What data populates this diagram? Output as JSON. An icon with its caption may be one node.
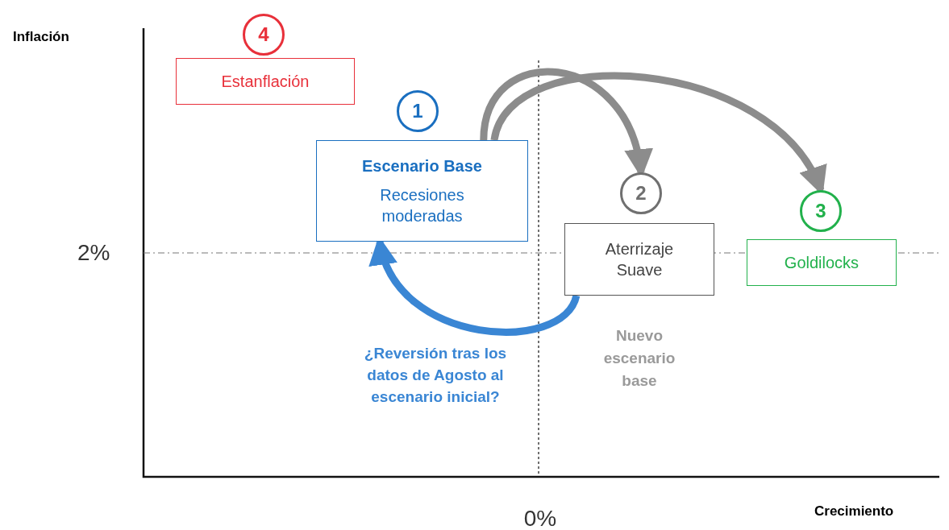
{
  "diagram": {
    "nodes": [
      {
        "text": [
          "4"
        ]
      },
      {
        "text": [
          "Estanflación"
        ]
      },
      {
        "text": [
          "1"
        ]
      },
      {
        "text": [
          "Escenario Base",
          "Recesiones moderadas"
        ]
      },
      {
        "text": [
          "2"
        ]
      },
      {
        "text": [
          "Aterrizaje Suave"
        ],
        "beside": [
          "Nuevo escenario base"
        ]
      },
      {
        "text": [
          "3"
        ]
      },
      {
        "text": [
          "Goldilocks"
        ]
      }
    ],
    "edges": [
      {
        "from": 3,
        "to": 4,
        "arrow": "to"
      },
      {
        "from": 3,
        "to": 6,
        "arrow": "to"
      },
      {
        "from": 5,
        "to": 3,
        "arrow": "to",
        "color": "#3a86d4",
        "label": "¿Reversión tras los datos de Agosto al escenario inicial?"
      }
    ],
    "labels": [
      "Inflación",
      "2%",
      "0%",
      "Crecimiento"
    ]
  }
}
